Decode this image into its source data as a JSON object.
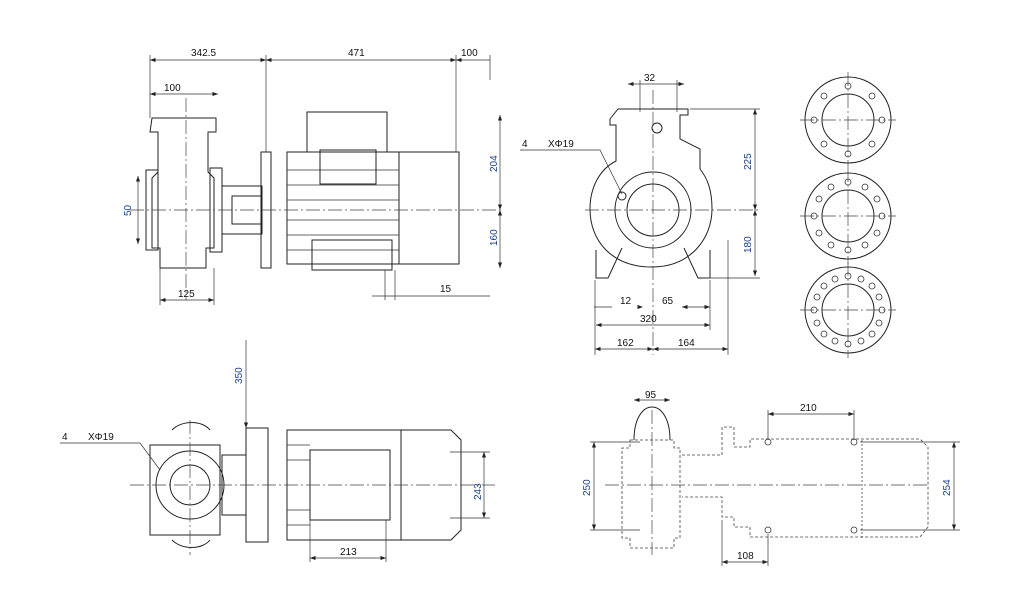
{
  "side_view": {
    "d_342_5": "342.5",
    "d_471": "471",
    "d_100_top": "100",
    "d_100_flange": "100",
    "d_50": "50",
    "d_125": "125",
    "d_204": "204",
    "d_160": "160",
    "d_15": "15"
  },
  "front_view": {
    "d_32": "32",
    "holes_qty": "4",
    "holes_dia": "XΦ19",
    "d_225": "225",
    "d_180": "180",
    "d_12": "12",
    "d_65": "65",
    "d_320": "320",
    "d_162": "162",
    "d_164": "164"
  },
  "flanges": {
    "count": 3
  },
  "top_view": {
    "d_350": "350",
    "holes_qty": "4",
    "holes_dia": "XΦ19",
    "d_243": "243",
    "d_213": "213"
  },
  "base_view": {
    "d_95": "95",
    "d_210": "210",
    "d_250": "250",
    "d_254": "254",
    "d_108": "108"
  }
}
